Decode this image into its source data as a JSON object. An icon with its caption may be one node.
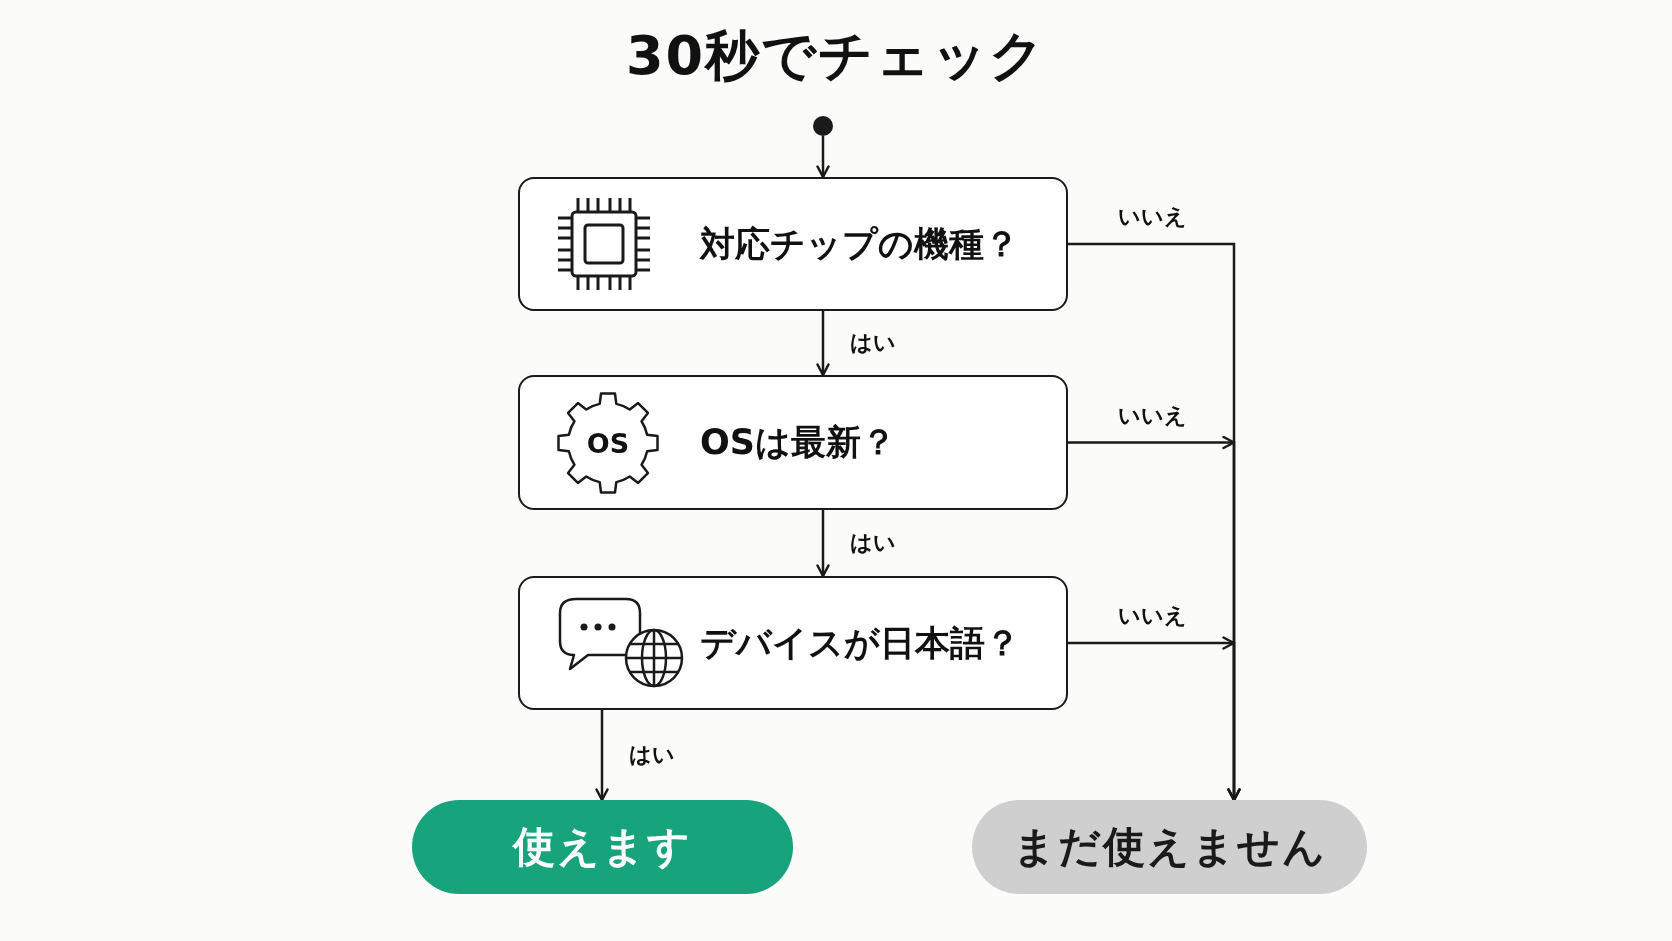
{
  "diagram": {
    "title": "30秒でチェック",
    "nodes": [
      {
        "text": [],
        "shape": "circle"
      },
      {
        "text": [
          "対応チップの機種？"
        ]
      },
      {
        "text": [
          "OSは最新？"
        ]
      },
      {
        "text": [
          "デバイスが日本語？"
        ]
      },
      {
        "text": [
          "使えます"
        ]
      },
      {
        "text": [
          "まだ使えません"
        ]
      }
    ],
    "edges": [
      {
        "from": 0,
        "to": 1,
        "arrow": "to"
      },
      {
        "from": 1,
        "to": 2,
        "arrow": "to",
        "label": "はい"
      },
      {
        "from": 2,
        "to": 3,
        "arrow": "to",
        "label": "はい"
      },
      {
        "from": 3,
        "to": 4,
        "arrow": "to",
        "label": "はい"
      },
      {
        "from": 1,
        "to": 5,
        "arrow": "to",
        "label": "いいえ"
      },
      {
        "from": 2,
        "to": 5,
        "arrow": "to",
        "label": "いいえ"
      },
      {
        "from": 3,
        "to": 5,
        "arrow": "to",
        "label": "いいえ"
      }
    ],
    "labels": [
      "OS"
    ]
  }
}
